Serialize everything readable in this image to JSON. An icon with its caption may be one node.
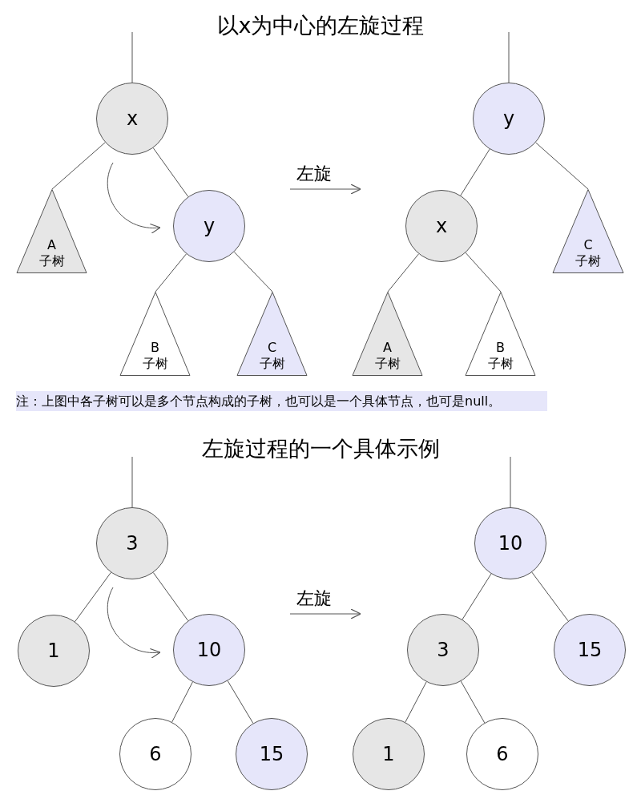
{
  "diagram": {
    "title": "以x为中心的左旋过程",
    "nodes": [
      {
        "text": [
          "x"
        ]
      },
      {
        "text": [
          "A",
          "子树"
        ]
      },
      {
        "text": [
          "y"
        ]
      },
      {
        "text": [
          "B",
          "子树"
        ]
      },
      {
        "text": [
          "C",
          "子树"
        ]
      },
      {
        "text": [
          "y"
        ]
      },
      {
        "text": [
          "x"
        ]
      },
      {
        "text": [
          "C",
          "子树"
        ]
      },
      {
        "text": [
          "A",
          "子树"
        ]
      },
      {
        "text": [
          "B",
          "子树"
        ]
      },
      {
        "text": [
          "3"
        ]
      },
      {
        "text": [
          "1"
        ]
      },
      {
        "text": [
          "10"
        ]
      },
      {
        "text": [
          "6"
        ]
      },
      {
        "text": [
          "15"
        ]
      },
      {
        "text": [
          "10"
        ]
      },
      {
        "text": [
          "3"
        ]
      },
      {
        "text": [
          "15"
        ]
      },
      {
        "text": [
          "1"
        ]
      },
      {
        "text": [
          "6"
        ]
      }
    ],
    "edges": [
      {
        "from": null,
        "to": 0,
        "arrow": "none"
      },
      {
        "from": 0,
        "to": 1,
        "arrow": "none"
      },
      {
        "from": 0,
        "to": 2,
        "arrow": "none"
      },
      {
        "from": 2,
        "to": 3,
        "arrow": "none"
      },
      {
        "from": 2,
        "to": 4,
        "arrow": "none"
      },
      {
        "from": null,
        "to": 5,
        "arrow": "none"
      },
      {
        "from": 5,
        "to": 6,
        "arrow": "none"
      },
      {
        "from": 5,
        "to": 7,
        "arrow": "none"
      },
      {
        "from": 6,
        "to": 8,
        "arrow": "none"
      },
      {
        "from": 6,
        "to": 9,
        "arrow": "none"
      },
      {
        "from": null,
        "to": 10,
        "arrow": "none"
      },
      {
        "from": 10,
        "to": 11,
        "arrow": "none"
      },
      {
        "from": 10,
        "to": 12,
        "arrow": "none"
      },
      {
        "from": 12,
        "to": 13,
        "arrow": "none"
      },
      {
        "from": 12,
        "to": 14,
        "arrow": "none"
      },
      {
        "from": null,
        "to": 15,
        "arrow": "none"
      },
      {
        "from": 15,
        "to": 16,
        "arrow": "none"
      },
      {
        "from": 15,
        "to": 17,
        "arrow": "none"
      },
      {
        "from": 16,
        "to": 18,
        "arrow": "none"
      },
      {
        "from": 16,
        "to": 19,
        "arrow": "none"
      }
    ],
    "labels": [
      "左旋",
      "注：上图中各子树可以是多个节点构成的子树，也可以是一个具体节点，也可是null。",
      "左旋过程的一个具体示例",
      "左旋"
    ]
  }
}
